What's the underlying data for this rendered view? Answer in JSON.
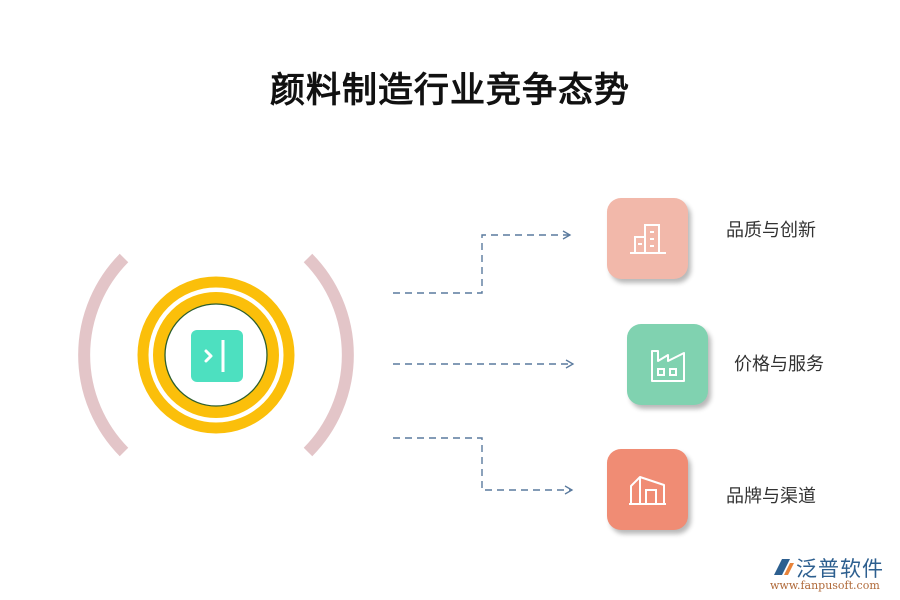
{
  "title": "颜料制造行业竞争态势",
  "colors": {
    "arc": "#e3c5c8",
    "ring": "#fbbf0a",
    "inner_circle_border": "#2c5e2e",
    "center_icon": "#4de0c0",
    "connector": "#5a7a9e",
    "item1_bg": "#f2b8aa",
    "item2_bg": "#80d2b0",
    "item3_bg": "#f08c74"
  },
  "center": {
    "icon": "collapse-panel-icon"
  },
  "items": [
    {
      "label": "品质与创新",
      "icon": "buildings-icon"
    },
    {
      "label": "价格与服务",
      "icon": "factory-icon"
    },
    {
      "label": "品牌与渠道",
      "icon": "warehouse-icon"
    }
  ],
  "logo": {
    "name": "泛普软件",
    "url": "www.fanpusoft.com"
  }
}
